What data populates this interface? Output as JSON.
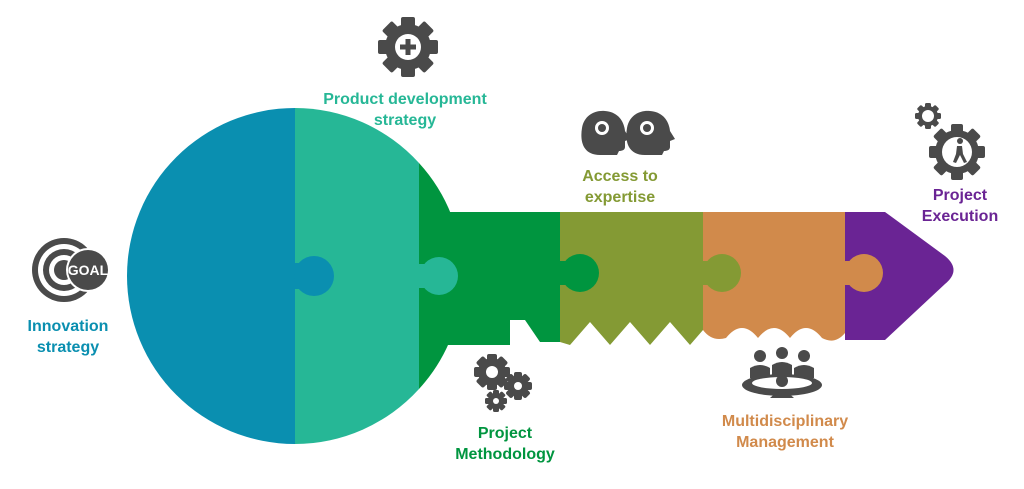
{
  "colors": {
    "innovation": "#0a8fb0",
    "product": "#26b796",
    "methodology": "#00953f",
    "expertise": "#849a34",
    "multidisciplinary": "#d18a4b",
    "execution": "#6a2494",
    "icon": "#4a4a4a"
  },
  "stages": [
    {
      "id": "innovation",
      "label_lines": [
        "Innovation",
        "strategy"
      ],
      "icon": "goal-target-icon",
      "icon_text": "GOAL"
    },
    {
      "id": "product",
      "label_lines": [
        "Product development",
        "strategy"
      ],
      "icon": "gear-plus-icon"
    },
    {
      "id": "methodology",
      "label_lines": [
        "Project",
        "Methodology"
      ],
      "icon": "gears-icon"
    },
    {
      "id": "expertise",
      "label_lines": [
        "Access to",
        "expertise"
      ],
      "icon": "heads-gears-icon"
    },
    {
      "id": "multidisciplinary",
      "label_lines": [
        "Multidisciplinary",
        "Management"
      ],
      "icon": "meeting-table-icon"
    },
    {
      "id": "execution",
      "label_lines": [
        "Project",
        "Execution"
      ],
      "icon": "gear-walker-icon"
    }
  ]
}
